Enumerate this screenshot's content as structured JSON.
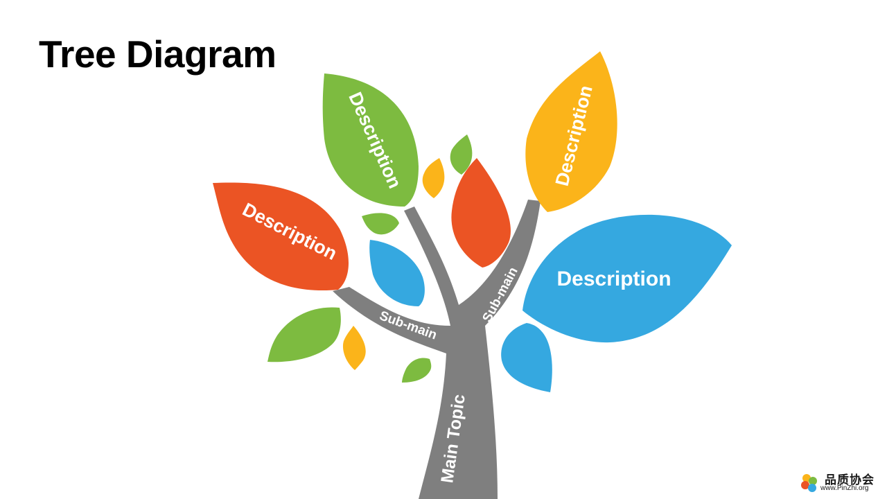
{
  "title": "Tree Diagram",
  "colors": {
    "red": "#EB5424",
    "green": "#7DBB40",
    "yellow": "#FBB41A",
    "blue": "#35A8E0",
    "trunk": "#7F7F7F",
    "text": "#FFFFFF"
  },
  "tree": {
    "trunk_label": "Main Topic",
    "branch_left_label": "Sub-main",
    "branch_right_label": "Sub-main",
    "leaves": [
      {
        "label": "Description",
        "color": "red"
      },
      {
        "label": "Description",
        "color": "green"
      },
      {
        "label": "Description",
        "color": "yellow"
      },
      {
        "label": "Description",
        "color": "blue"
      }
    ]
  },
  "watermark": {
    "name": "品质协会",
    "url": "www.PinZhi.org"
  }
}
